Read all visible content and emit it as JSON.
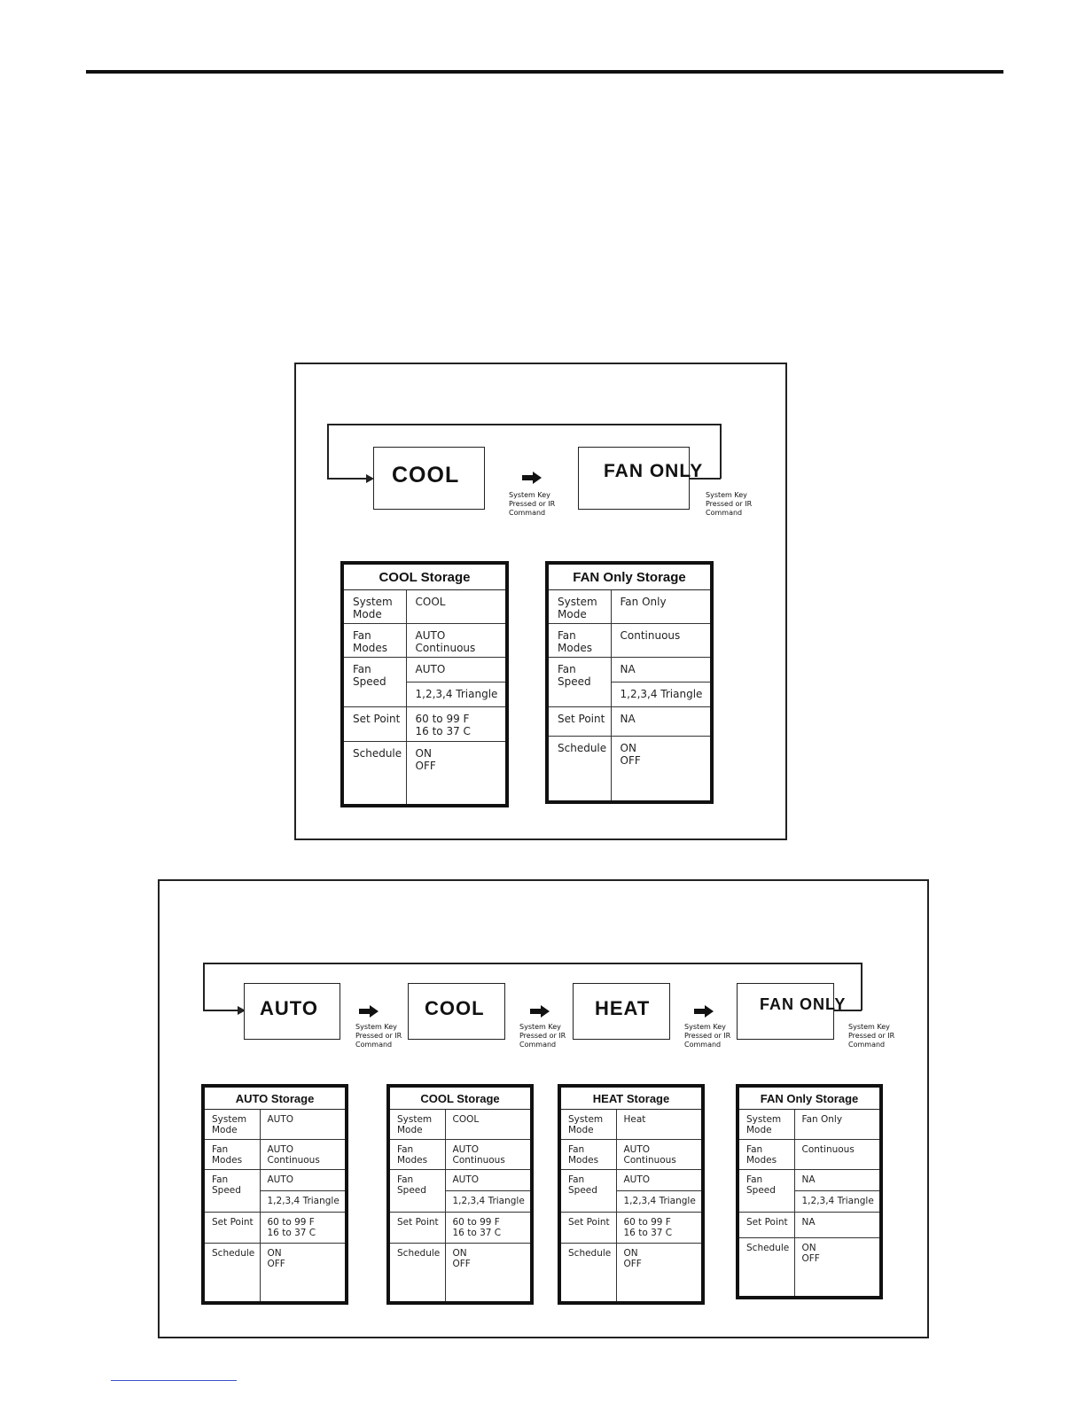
{
  "note": "System Key\nPressed or IR\nCommand",
  "diagram1": {
    "modes": [
      "COOL",
      "FAN\nONLY"
    ],
    "tables": [
      {
        "title": "COOL Storage",
        "rows": [
          {
            "label": "System\nMode",
            "value": "COOL"
          },
          {
            "label": "Fan\nModes",
            "value": "AUTO\nContinuous"
          },
          {
            "label": "Fan\nSpeed",
            "value": "AUTO",
            "value2": "1,2,3,4 Triangle"
          },
          {
            "label": "Set Point",
            "value": "60 to 99 F\n16 to 37 C"
          },
          {
            "label": "Schedule",
            "value": "ON\nOFF"
          }
        ]
      },
      {
        "title": "FAN Only Storage",
        "rows": [
          {
            "label": "System\nMode",
            "value": "Fan Only"
          },
          {
            "label": "Fan\nModes",
            "value": "Continuous"
          },
          {
            "label": "Fan\nSpeed",
            "value": "NA",
            "value2": "1,2,3,4 Triangle"
          },
          {
            "label": "Set Point",
            "value": "NA"
          },
          {
            "label": "Schedule",
            "value": "ON\nOFF"
          }
        ]
      }
    ]
  },
  "diagram2": {
    "modes": [
      "AUTO",
      "COOL",
      "HEAT",
      "FAN\nONLY"
    ],
    "tables": [
      {
        "title": "AUTO Storage",
        "rows": [
          {
            "label": "System\nMode",
            "value": "AUTO"
          },
          {
            "label": "Fan\nModes",
            "value": "AUTO\nContinuous"
          },
          {
            "label": "Fan\nSpeed",
            "value": "AUTO",
            "value2": "1,2,3,4 Triangle"
          },
          {
            "label": "Set Point",
            "value": "60 to 99 F\n16 to 37 C"
          },
          {
            "label": "Schedule",
            "value": "ON\nOFF"
          }
        ]
      },
      {
        "title": "COOL Storage",
        "rows": [
          {
            "label": "System\nMode",
            "value": "COOL"
          },
          {
            "label": "Fan\nModes",
            "value": "AUTO\nContinuous"
          },
          {
            "label": "Fan\nSpeed",
            "value": "AUTO",
            "value2": "1,2,3,4 Triangle"
          },
          {
            "label": "Set Point",
            "value": "60 to 99 F\n16 to 37 C"
          },
          {
            "label": "Schedule",
            "value": "ON\nOFF"
          }
        ]
      },
      {
        "title": "HEAT Storage",
        "rows": [
          {
            "label": "System\nMode",
            "value": "Heat"
          },
          {
            "label": "Fan\nModes",
            "value": "AUTO\nContinuous"
          },
          {
            "label": "Fan\nSpeed",
            "value": "AUTO",
            "value2": "1,2,3,4 Triangle"
          },
          {
            "label": "Set Point",
            "value": "60 to 99 F\n16 to 37 C"
          },
          {
            "label": "Schedule",
            "value": "ON\nOFF"
          }
        ]
      },
      {
        "title": "FAN Only Storage",
        "rows": [
          {
            "label": "System\nMode",
            "value": "Fan Only"
          },
          {
            "label": "Fan\nModes",
            "value": "Continuous"
          },
          {
            "label": "Fan\nSpeed",
            "value": "NA",
            "value2": "1,2,3,4 Triangle"
          },
          {
            "label": "Set Point",
            "value": "NA"
          },
          {
            "label": "Schedule",
            "value": "ON\nOFF"
          }
        ]
      }
    ]
  }
}
